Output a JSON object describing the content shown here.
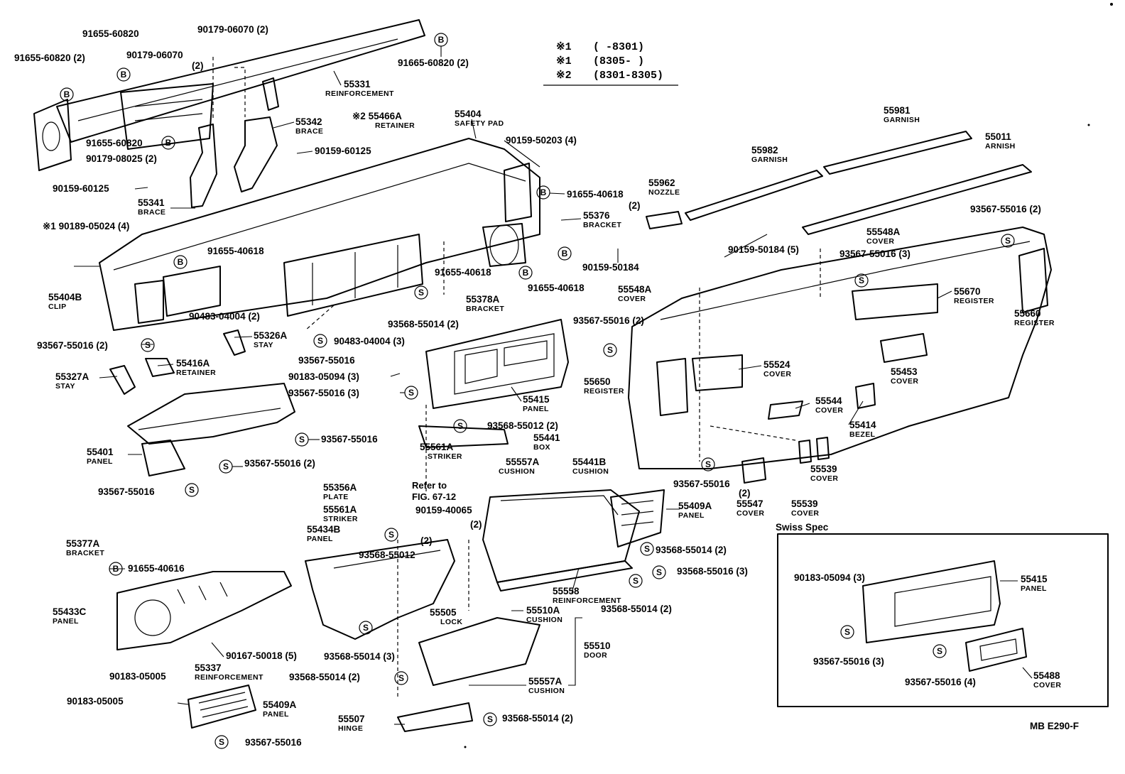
{
  "legend": {
    "rows": [
      {
        "mark": "※1",
        "range": "(      -8301)"
      },
      {
        "mark": "※1",
        "range": "(8305-      )"
      },
      {
        "mark": "※2",
        "range": "(8301-8305)"
      }
    ]
  },
  "swiss_spec_title": "Swiss Spec",
  "figure_code": "MB E290-F",
  "callout_letters": {
    "B": "B",
    "S": "S"
  },
  "refer": {
    "line1": "Refer to",
    "line2": "FIG. 67-12"
  },
  "labels": {
    "l01": "91655-60820",
    "l02": "91655-60820 (2)",
    "l03": "90179-06070 (2)",
    "l04": "90179-06070",
    "l05": "(2)",
    "l06": "91665-60820 (2)",
    "l07": "55331",
    "l08": "REINFORCEMENT",
    "l09": "55342",
    "l10": "BRACE",
    "l11": "91655-60820",
    "l12": "90179-08025 (2)",
    "l13": "90159-60125",
    "l14": "90159-60125",
    "l15": "55341",
    "l16": "BRACE",
    "l17": "※1 90189-05024 (4)",
    "l18": "55404B",
    "l19": "CLIP",
    "l20": "※2 55466A",
    "l21": "RETAINER",
    "l22": "55404",
    "l23": "SAFETY PAD",
    "l24": "90159-50203 (4)",
    "l25": "91655-40618",
    "l26": "(2)",
    "l27": "55376",
    "l28": "BRACKET",
    "l29": "90159-50184",
    "l30": "91655-40618",
    "l31": "91655-40618",
    "l32": "91655-40618",
    "l33": "55378A",
    "l34": "BRACKET",
    "l35": "93568-55014 (2)",
    "l36": "90483-04004 (2)",
    "l37": "90483-04004 (3)",
    "l38": "93567-55016 (2)",
    "l39": "55326A",
    "l40": "STAY",
    "l41": "93567-55016",
    "l42": "55416A",
    "l43": "RETAINER",
    "l44": "90183-05094 (3)",
    "l45": "93567-55016 (3)",
    "l46": "55327A",
    "l47": "STAY",
    "l48": "55415",
    "l49": "PANEL",
    "l50": "93567-55016",
    "l51": "55401",
    "l52": "PANEL",
    "l53": "93567-55016 (2)",
    "l54": "93567-55016",
    "l55": "55962",
    "l56": "NOZZLE",
    "l57": "55982",
    "l58": "GARNISH",
    "l59": "55981",
    "l60": "GARNISH",
    "l61": "55011",
    "l62": "ARNISH",
    "l63": "93567-55016 (2)",
    "l64": "55548A",
    "l65": "COVER",
    "l66": "90159-50184 (5)",
    "l67": "93567-55016 (3)",
    "l68": "55548A",
    "l69": "COVER",
    "l70": "55670",
    "l71": "REGISTER",
    "l72": "55660",
    "l73": "REGISTER",
    "l74": "93567-55016 (2)",
    "l75": "55650",
    "l76": "REGISTER",
    "l77": "55524",
    "l78": "COVER",
    "l79": "55453",
    "l80": "COVER",
    "l81": "55544",
    "l82": "COVER",
    "l83": "55414",
    "l84": "BEZEL",
    "l85": "55539",
    "l86": "COVER",
    "l87": "55539",
    "l88": "COVER",
    "l89": "93567-55016",
    "l90": "(2)",
    "l91": "55547",
    "l92": "COVER",
    "l93": "93568-55012 (2)",
    "l94": "55561A",
    "l95": "STRIKER",
    "l96": "55441",
    "l97": "BOX",
    "l98": "55557A",
    "l99": "CUSHION",
    "l100": "55441B",
    "l101": "CUSHION",
    "l102": "55356A",
    "l103": "PLATE",
    "l104": "55561A",
    "l105": "STRIKER",
    "l106": "90159-40065",
    "l107": "(2)",
    "l108": "55409A",
    "l109": "PANEL",
    "l110": "55434B",
    "l111": "PANEL",
    "l112": "(2)",
    "l113": "93568-55012",
    "l114": "93568-55014 (2)",
    "l115": "93568-55016 (3)",
    "l116": "55558",
    "l117": "REINFORCEMENT",
    "l118": "93568-55014 (2)",
    "l119": "55377A",
    "l120": "BRACKET",
    "l121": "91655-40616",
    "l122": "55433C",
    "l123": "PANEL",
    "l124": "90167-50018 (5)",
    "l125": "55337",
    "l126": "REINFORCEMENT",
    "l127": "90183-05005",
    "l128": "90183-05005",
    "l129": "55409A",
    "l130": "PANEL",
    "l131": "93567-55016",
    "l132": "55505",
    "l133": "LOCK",
    "l134": "55510A",
    "l135": "CUSHION",
    "l136": "93568-55014 (3)",
    "l137": "55510",
    "l138": "DOOR",
    "l139": "93568-55014 (2)",
    "l140": "55557A",
    "l141": "CUSHION",
    "l142": "55507",
    "l143": "HINGE",
    "l144": "93568-55014 (2)",
    "l145": "90183-05094 (3)",
    "l146": "55415",
    "l147": "PANEL",
    "l148": "93567-55016 (3)",
    "l149": "93567-55016 (4)",
    "l150": "55488",
    "l151": "COVER"
  }
}
